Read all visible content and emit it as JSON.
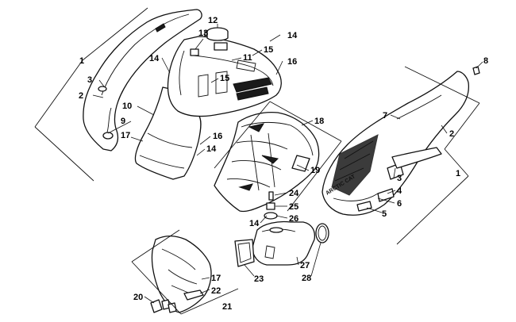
{
  "diagram": {
    "callouts": {
      "c1_left": "1",
      "c2_left": "2",
      "c3_left": "3",
      "c9": "9",
      "c10": "10",
      "c17_left": "17",
      "c12": "12",
      "c13": "13",
      "c14_a": "14",
      "c11": "11",
      "c15_a": "15",
      "c15_b": "15",
      "c14_b": "14",
      "c16_a": "16",
      "c16_b": "16",
      "c14_c": "14",
      "c18": "18",
      "c19": "19",
      "c24": "24",
      "c25": "25",
      "c14_d": "14",
      "c26": "26",
      "c27": "27",
      "c28": "28",
      "c23": "23",
      "c17_right": "17",
      "c22": "22",
      "c20": "20",
      "c21": "21",
      "c8": "8",
      "c7": "7",
      "c2_right": "2",
      "c1_right": "1",
      "c3_right": "3",
      "c4": "4",
      "c6": "6",
      "c5": "5"
    },
    "decal_text": "ARCTIC CAT"
  }
}
